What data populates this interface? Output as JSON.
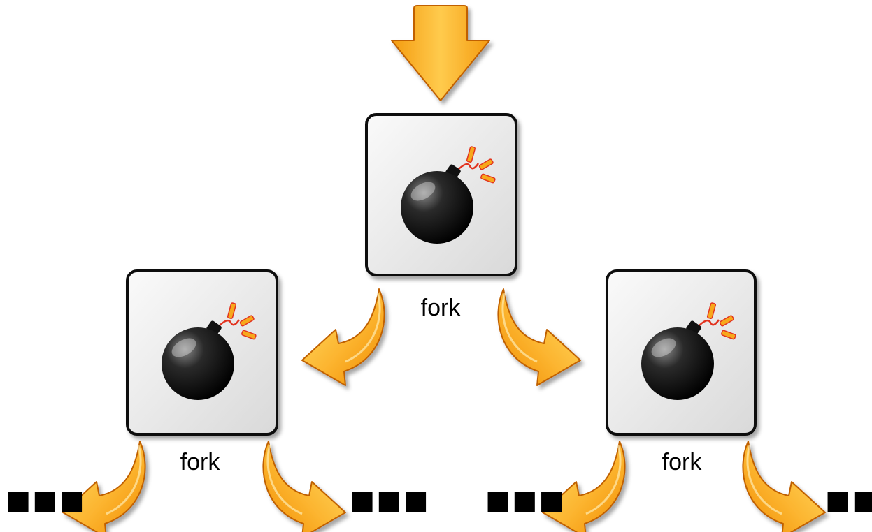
{
  "nodes": [
    {
      "id": "root",
      "label": "fork"
    },
    {
      "id": "left",
      "label": "fork"
    },
    {
      "id": "right",
      "label": "fork"
    }
  ],
  "continuations": [
    "■■■",
    "■■■",
    "■■■",
    "■■■"
  ],
  "colors": {
    "arrow_orange_light": "#ffd24a",
    "arrow_orange_dark": "#f08a00",
    "arrow_outline": "#c06000",
    "box_fill": "#ededed",
    "box_border": "#111111",
    "bomb": "#000000",
    "spark": "#f7a81b",
    "spark_red": "#e2331f"
  },
  "icons": {
    "entry": "down-arrow-icon",
    "node": "bomb-icon",
    "branch": "curved-arrow-icon"
  }
}
